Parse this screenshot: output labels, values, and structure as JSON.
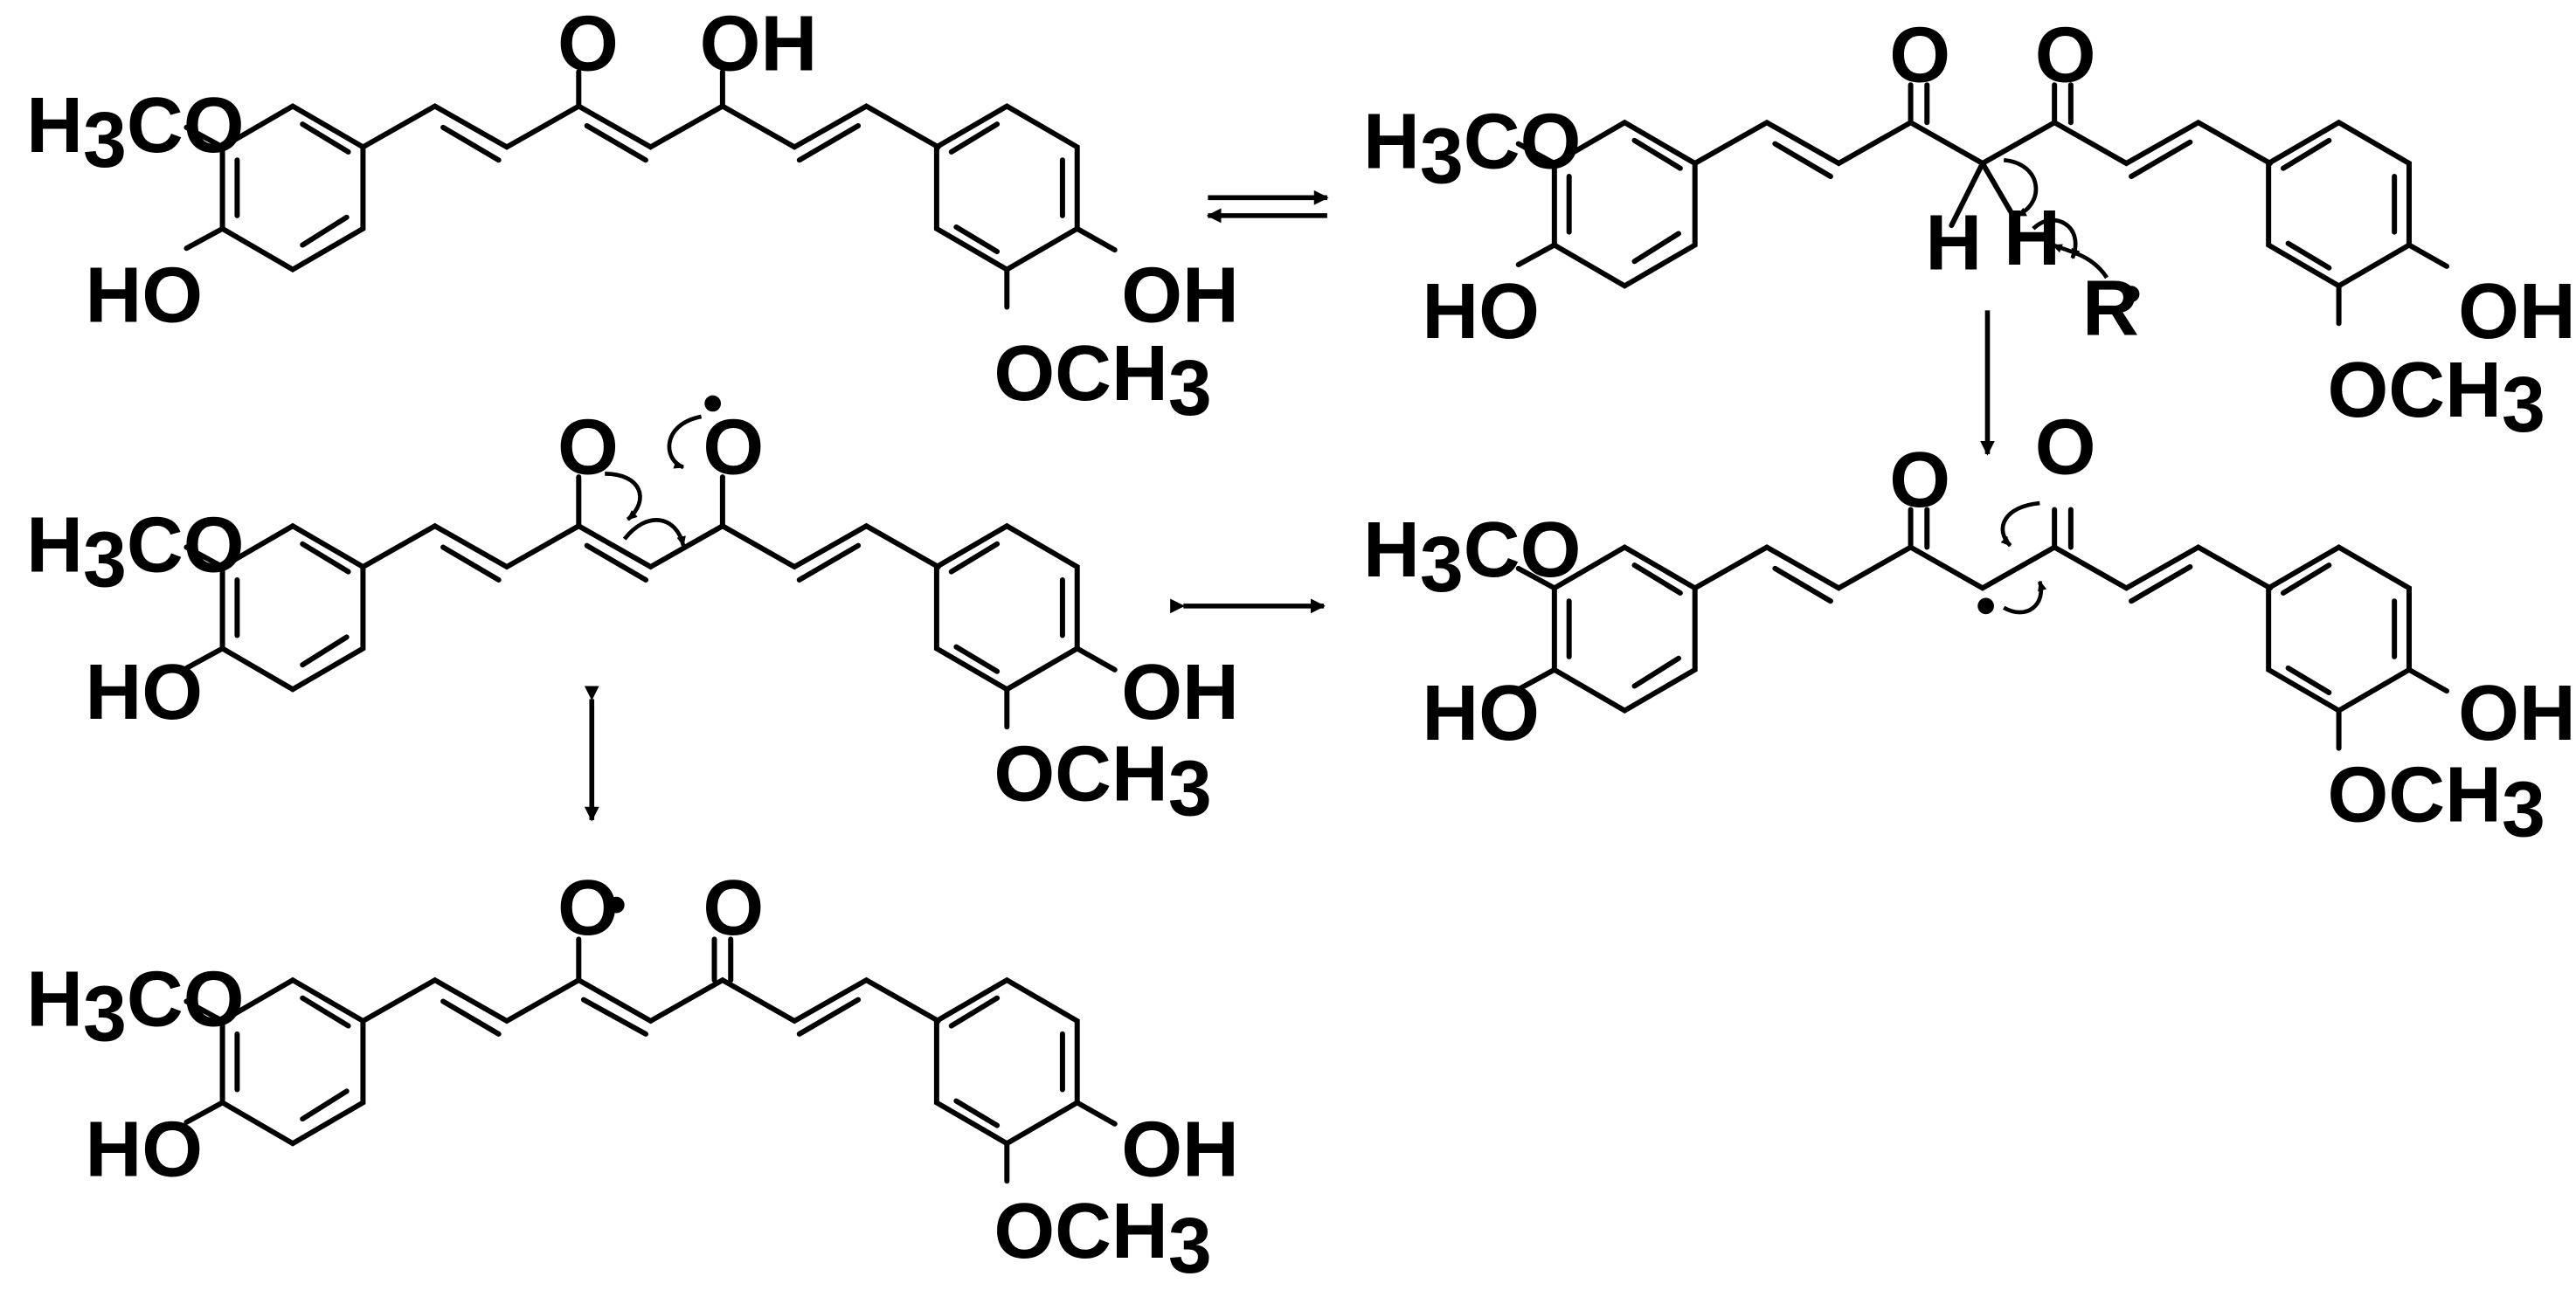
{
  "colors": {
    "ink": "#000000",
    "background": "#ffffff"
  },
  "labels": {
    "methoxy_left": "H3CO",
    "methoxy_right": "OCH3",
    "hydroxyl_left": "HO",
    "hydroxyl_right": "OH",
    "oxygen": "O",
    "enol_hydroxyl": "OH",
    "hydrogen": "H",
    "radical_group": "R"
  },
  "structures": [
    {
      "id": "keto-enol-form",
      "enol": true,
      "radical": "none"
    },
    {
      "id": "diketo-form",
      "enol": false,
      "radical": "none",
      "abstraction": true
    },
    {
      "id": "phenoxy-radical-form",
      "enol": true,
      "radical": "oxygen-right"
    },
    {
      "id": "carbon-radical-form",
      "enol": false,
      "radical": "central-carbon"
    },
    {
      "id": "phenoxy-radical-left-form",
      "enol": true,
      "radical": "oxygen-left"
    }
  ],
  "arrows": [
    {
      "type": "equilibrium",
      "from": "keto-enol-form",
      "to": "diketo-form"
    },
    {
      "type": "reaction",
      "from": "diketo-form",
      "to": "carbon-radical-form"
    },
    {
      "type": "resonance",
      "from": "phenoxy-radical-form",
      "to": "carbon-radical-form"
    },
    {
      "type": "resonance",
      "from": "phenoxy-radical-form",
      "to": "phenoxy-radical-left-form"
    }
  ]
}
